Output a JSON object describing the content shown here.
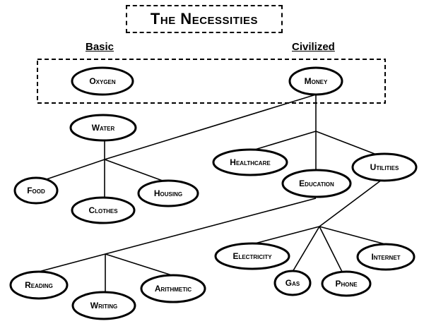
{
  "title": "The Necessities",
  "headings": {
    "basic": "Basic",
    "civilized": "Civilized"
  },
  "nodes": {
    "oxygen": "Oxygen",
    "money": "Money",
    "water": "Water",
    "food": "Food",
    "clothes": "Clothes",
    "housing": "Housing",
    "healthcare": "Healthcare",
    "education": "Education",
    "utilities": "Utilities",
    "reading": "Reading",
    "writing": "Writing",
    "arithmetic": "Arithmetic",
    "electricity": "Electricity",
    "gas": "Gas",
    "phone": "Phone",
    "internet": "Internet"
  }
}
